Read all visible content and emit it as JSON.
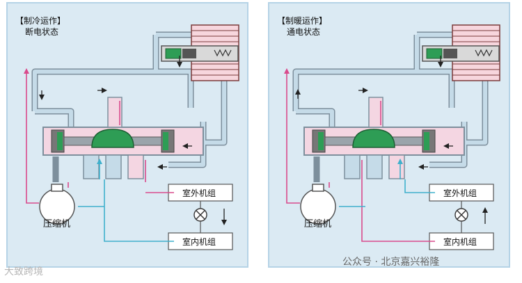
{
  "panels": [
    {
      "title": "【制冷运作】",
      "subtitle": "断电状态",
      "outdoor_unit": "室外机组",
      "indoor_unit": "室内机组",
      "compressor": "压缩机",
      "airflow_direction": "down"
    },
    {
      "title": "【制暖运作】",
      "subtitle": "通电状态",
      "outdoor_unit": "室外机组",
      "indoor_unit": "室内机组",
      "compressor": "压缩机",
      "airflow_direction": "up"
    }
  ],
  "watermarks": {
    "left": "大致跨境",
    "right": "公众号 · 北京嘉兴裕隆"
  },
  "colors": {
    "panel_bg": "#dbeaf3",
    "panel_border": "#b5d3e6",
    "pipe_fill": "#c5dbe8",
    "pipe_stroke": "#7d8f9c",
    "valve_body": "#f4d6e2",
    "valve_dark": "#555555",
    "seal_green": "#2e9d55",
    "hot_line": "#d94a8c",
    "cold_line": "#3fb0cc",
    "coil": "#f7d6dd",
    "coil_stroke": "#7a3a3a"
  }
}
